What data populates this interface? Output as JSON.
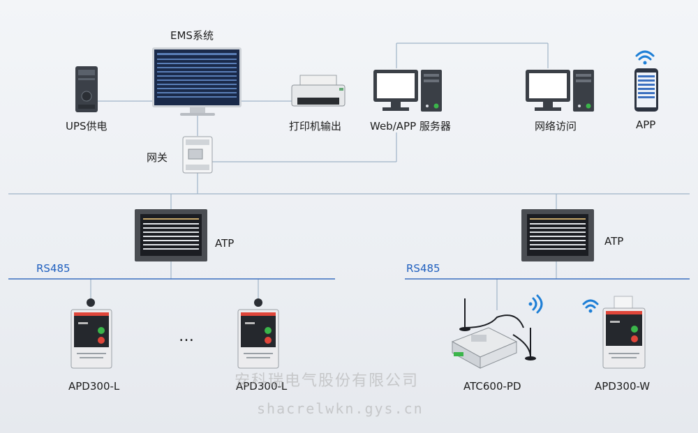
{
  "labels": {
    "ems": "EMS系统",
    "ups": "UPS供电",
    "printer": "打印机输出",
    "server": "Web/APP 服务器",
    "network": "网络访问",
    "app": "APP",
    "gateway": "网关",
    "atp_left": "ATP",
    "atp_right": "ATP",
    "rs485_left": "RS485",
    "rs485_right": "RS485",
    "device1": "APD300-L",
    "device2": "APD300-L",
    "device3": "ATC600-PD",
    "device4": "APD300-W",
    "ellipsis": "…"
  },
  "watermark": {
    "company": "安科瑞电气股份有限公司",
    "site": "shacrelwkn.gys.cn"
  },
  "colors": {
    "line": "#9fb4c8",
    "bus_blue": "#3a6fbf",
    "wifi": "#1e7fd6",
    "device_red": "#e0463a",
    "device_green": "#3bb54a"
  }
}
